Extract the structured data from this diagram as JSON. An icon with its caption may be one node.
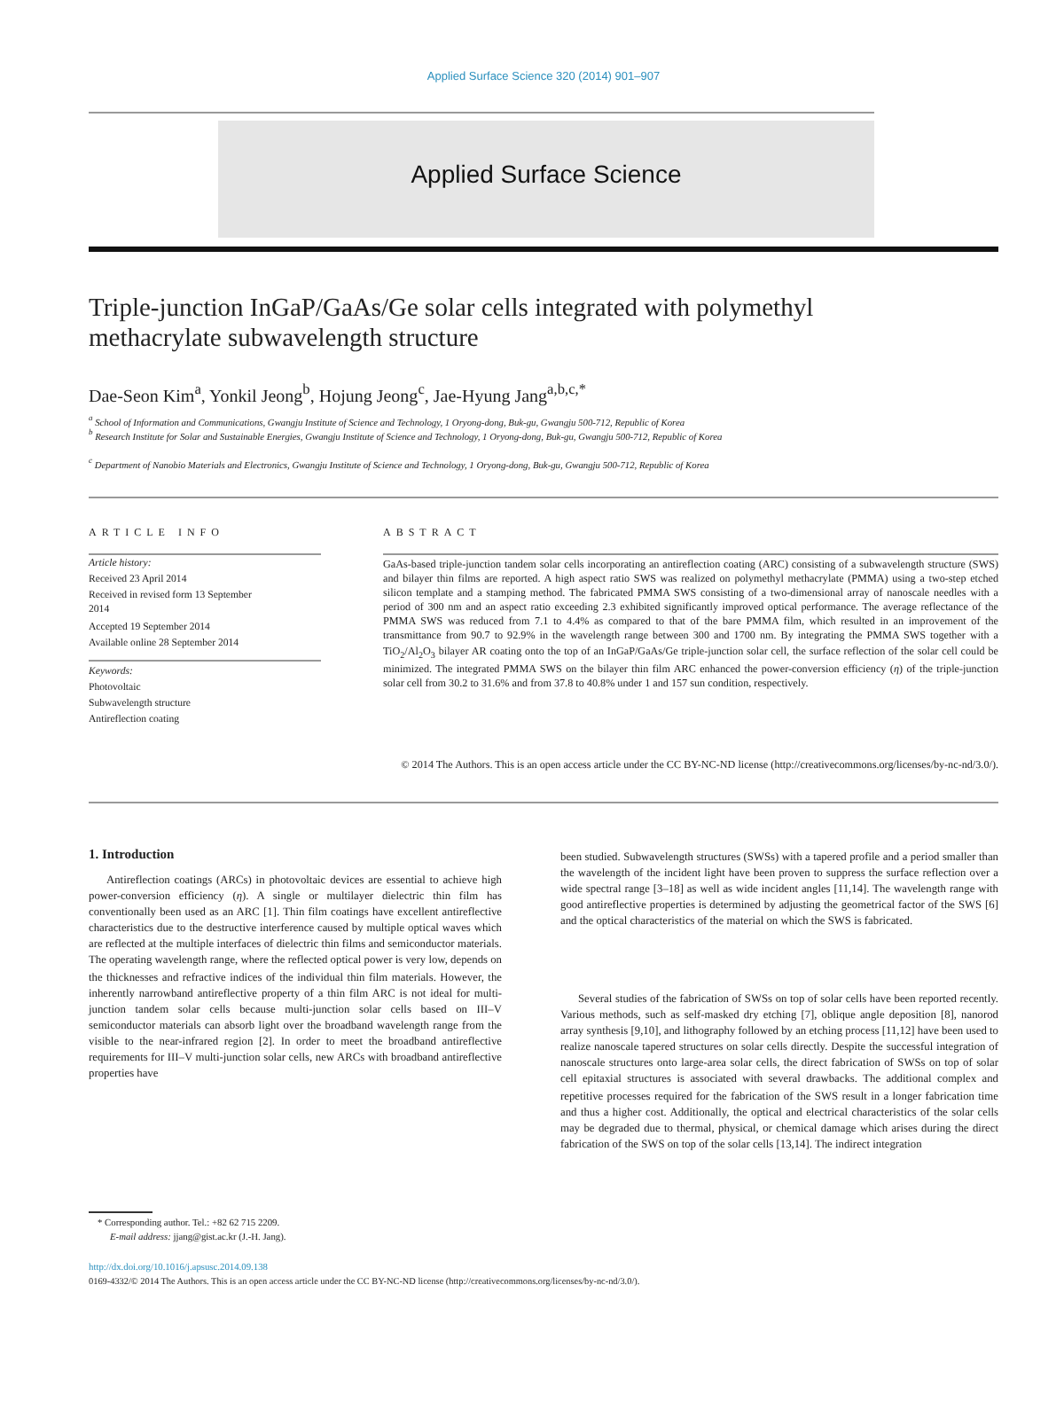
{
  "diagram": {
    "title": "Triple-junction InGaP/GaAs/Ge solar cells integrated with polymethyl methacrylate subwavelength structure",
    "labels": [
      "Applied Surface Science 320 (2014) 901–907",
      "Applied Surface Science",
      "Dae-Seon Kim$^{a}$, Yonkil Jeong$^{b}$, Hojung Jeong$^{c}$, Jae-Hyung Jang$^{a,b,c,*}$",
      "$^{a}$ School of Information and Communications, Gwangju Institute of Science and Technology, 1 Oryong-dong, Buk-gu, Gwangju 500-712, Republic of Korea",
      "$^{b}$ Research Institute for Solar and Sustainable Energies, Gwangju Institute of Science and Technology, 1 Oryong-dong, Buk-gu, Gwangju 500-712, Republic of Korea",
      "$^{c}$ Department of Nanobio Materials and Electronics, Gwangju Institute of Science and Technology, 1 Oryong-dong, Buk-gu, Gwangju 500-712, Republic of Korea",
      "ARTICLE INFO",
      "Article history:",
      "Received 23 April 2014",
      "Received in revised form 13 September 2014",
      "Accepted 19 September 2014",
      "Available online 28 September 2014",
      "Keywords:",
      "Photovoltaic",
      "Subwavelength structure",
      "Antireflection coating",
      "ABSTRACT",
      "GaAs-based triple-junction tandem solar cells incorporating an antireflection coating (ARC) consisting of a subwavelength structure (SWS) and bilayer thin films are reported. A high aspect ratio SWS was realized on polymethyl methacrylate (PMMA) using a two-step etched silicon template and a stamping method. The fabricated PMMA SWS consisting of a two-dimensional array of nanoscale needles with a period of 300 nm and an aspect ratio exceeding 2.3 exhibited significantly improved optical performance. The average reflectance of the PMMA SWS was reduced from 7.1 to 4.4% as compared to that of the bare PMMA film, which resulted in an improvement of the transmittance from 90.7 to 92.9% in the wavelength range between 300 and 1700 nm. By integrating the PMMA SWS together with a TiO$_{2}$/Al$_{2}$O$_{3}$ bilayer AR coating onto the top of an InGaP/GaAs/Ge triple-junction solar cell, the surface reflection of the solar cell could be minimized. The integrated PMMA SWS on the bilayer thin film ARC enhanced the power-conversion efficiency (*η*) of the triple-junction solar cell from 30.2 to 31.6% and from 37.8 to 40.8% under 1 and 157 sun condition, respectively.",
      "© 2014 The Authors. This is an open access article under the CC BY-NC-ND license (http://creativecommons.org/licenses/by-nc-nd/3.0/).",
      "1. Introduction",
      "Antireflection coatings (ARCs) in photovoltaic devices are essential to achieve high power-conversion efficiency (*η*). A single or multilayer dielectric thin film has conventionally been used as an ARC [1]. Thin film coatings have excellent antireflective characteristics due to the destructive interference caused by multiple optical waves which are reflected at the multiple interfaces of dielectric thin films and semiconductor materials. The operating wavelength range, where the reflected optical power is very low, depends on the thicknesses and refractive indices of the individual thin film materials. However, the inherently narrowband antireflective property of a thin film ARC is not ideal for multi-junction tandem solar cells because multi-junction solar cells based on III–V semiconductor materials can absorb light over the broadband wavelength range from the visible to the near-infrared region [2]. In order to meet the broadband antireflective requirements for III–V multi-junction solar cells, new ARCs with broadband antireflective properties have",
      "been studied. Subwavelength structures (SWSs) with a tapered profile and a period smaller than the wavelength of the incident light have been proven to suppress the surface reflection over a wide spectral range [3–18] as well as wide incident angles [11,14]. The wavelength range with good antireflective properties is determined by adjusting the geometrical factor of the SWS [6] and the optical characteristics of the material on which the SWS is fabricated.",
      "Several studies of the fabrication of SWSs on top of solar cells have been reported recently. Various methods, such as self-masked dry etching [7], oblique angle deposition [8], nanorod array synthesis [9,10], and lithography followed by an etching process [11,12] have been used to realize nanoscale tapered structures on solar cells directly. Despite the successful integration of nanoscale structures onto large-area solar cells, the direct fabrication of SWSs on top of solar cell epitaxial structures is associated with several drawbacks. The additional complex and repetitive processes required for the fabrication of the SWS result in a longer fabrication time and thus a higher cost. Additionally, the optical and electrical characteristics of the solar cells may be degraded due to thermal, physical, or chemical damage which arises during the direct fabrication of the SWS on top of the solar cells [13,14]. The indirect integration",
      "* Corresponding author. Tel.: +82 62 715 2209.",
      "*E-mail address:* jjang@gist.ac.kr (J.-H. Jang).",
      "http://dx.doi.org/10.1016/j.apsusc.2014.09.138",
      "0169-4332/© 2014 The Authors. This is an open access article under the CC BY-NC-ND license (http://creativecommons.org/licenses/by-nc-nd/3.0/)."
    ]
  }
}
